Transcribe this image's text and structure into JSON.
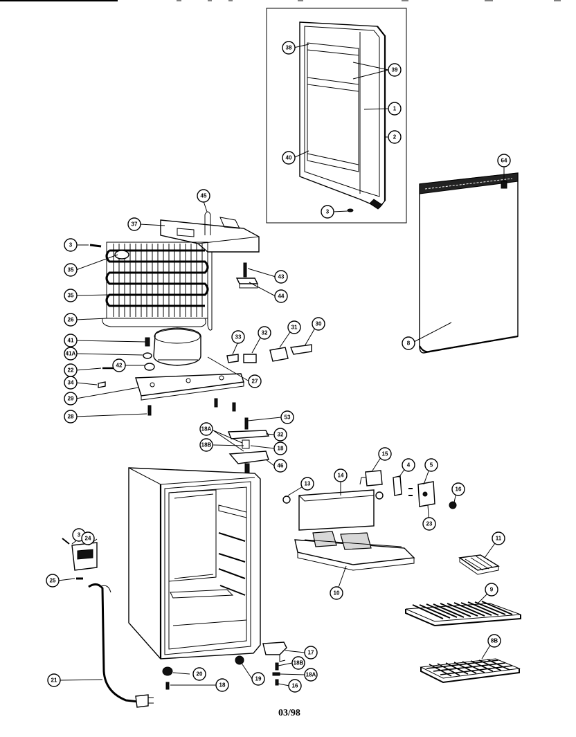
{
  "labels": {
    "n38": "38",
    "n39": "39",
    "n1": "1",
    "n2": "2",
    "n40": "40",
    "n3a": "3",
    "n64": "64",
    "n8": "8",
    "n45": "45",
    "n37": "37",
    "n3b": "3",
    "n35a": "35",
    "n35b": "35",
    "n26": "26",
    "n43": "43",
    "n44": "44",
    "n41": "41",
    "n41a": "41A",
    "n22": "22",
    "n42": "42",
    "n34": "34",
    "n29": "29",
    "n28": "28",
    "n27": "27",
    "n33": "33",
    "n32a": "32",
    "n31": "31",
    "n30": "30",
    "n53": "53",
    "n32b": "32",
    "n18a1": "18A",
    "n18b1": "18B",
    "n18a": "18",
    "n46": "46",
    "n15": "15",
    "n4": "4",
    "n5": "5",
    "n13": "13",
    "n14": "14",
    "n16": "16",
    "n23": "23",
    "n3c": "3",
    "n24": "24",
    "n25": "25",
    "n21": "21",
    "n20": "20",
    "n18c": "18",
    "n19": "19",
    "n17": "17",
    "n18b2": "18B",
    "n18a2": "18A",
    "n16b": "16",
    "n10": "10",
    "n11": "11",
    "n9": "9",
    "n8b": "8B"
  },
  "footer": "03/98"
}
